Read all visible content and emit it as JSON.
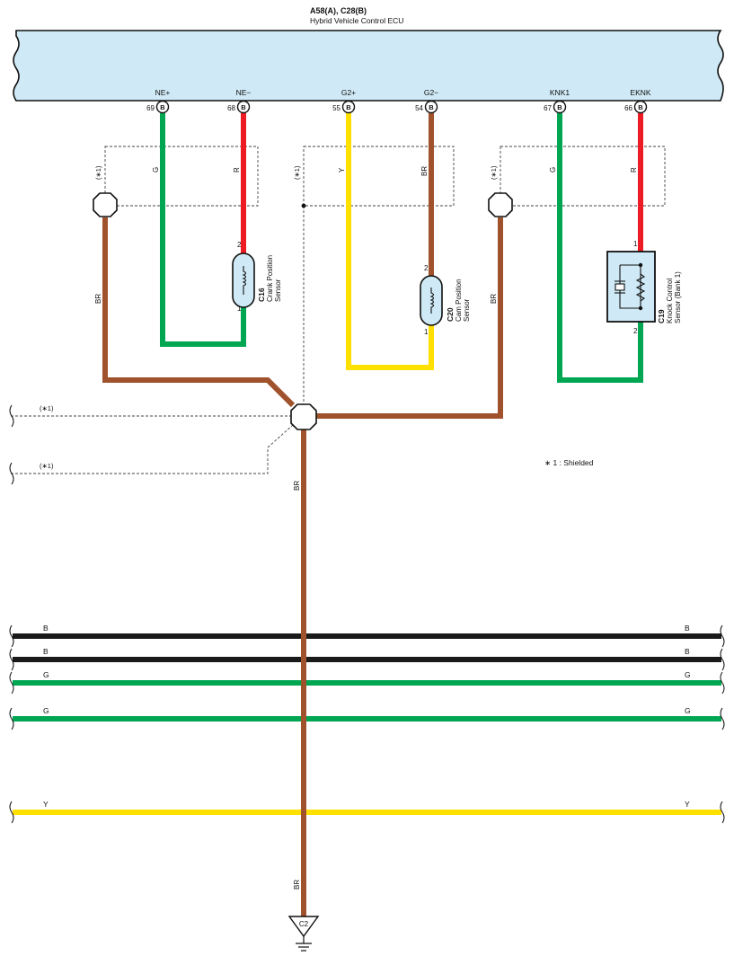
{
  "ecu": {
    "connector_title": "A58(A), C28(B)",
    "name": "Hybrid Vehicle Control ECU",
    "fill_color": "#cfeaf6"
  },
  "pins": [
    {
      "signal": "NE+",
      "number": "69",
      "connector": "B",
      "wire": "G"
    },
    {
      "signal": "NE−",
      "number": "68",
      "connector": "B",
      "wire": "R"
    },
    {
      "signal": "G2+",
      "number": "55",
      "connector": "B",
      "wire": "Y"
    },
    {
      "signal": "G2−",
      "number": "54",
      "connector": "B",
      "wire": "BR"
    },
    {
      "signal": "KNK1",
      "number": "67",
      "connector": "B",
      "wire": "G"
    },
    {
      "signal": "EKNK",
      "number": "66",
      "connector": "B",
      "wire": "R"
    }
  ],
  "components": {
    "crank": {
      "code": "C16",
      "line1": "Crank Position",
      "line2": "Sensor",
      "pin_top": "2",
      "pin_bottom": "1"
    },
    "cam": {
      "code": "C20",
      "line1": "Cam Position",
      "line2": "Sensor",
      "pin_top": "2",
      "pin_bottom": "1"
    },
    "knock": {
      "code": "C19",
      "line1": "Knock Control",
      "line2": "Sensor (Bank 1)",
      "pin_top": "1",
      "pin_bottom": "2"
    }
  },
  "shield_tag": "(∗1)",
  "labels": {
    "br": "BR",
    "b": "B",
    "g": "G",
    "y": "Y"
  },
  "note": "∗ 1 : Shielded",
  "ground": {
    "code": "C2"
  },
  "wire_colors": {
    "G": "#00a651",
    "R": "#ed1c24",
    "Y": "#ffe000",
    "BR": "#a0522d",
    "B": "#1a1a1a"
  }
}
